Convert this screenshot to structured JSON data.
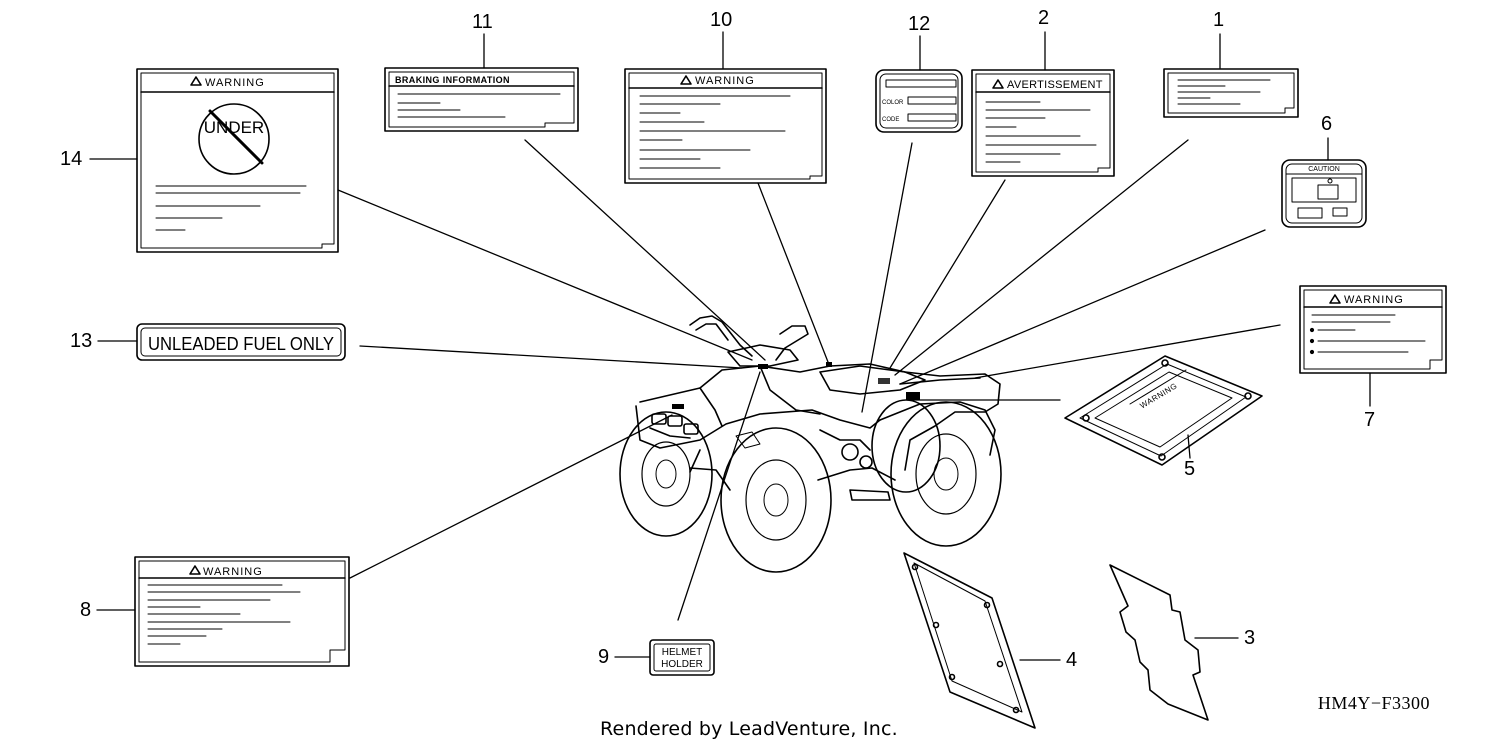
{
  "diagram": {
    "callouts": [
      "1",
      "2",
      "3",
      "4",
      "5",
      "6",
      "7",
      "8",
      "9",
      "10",
      "11",
      "12",
      "13",
      "14"
    ],
    "labels": {
      "warning": "WARNING",
      "under": "UNDER",
      "braking": "BRAKING INFORMATION",
      "avertissement": "AVERTISSEMENT",
      "color": "COLOR",
      "code": "CODE",
      "caution": "CAUTION",
      "unleaded": "UNLEADED FUEL ONLY",
      "helmet": "HELMET",
      "holder": "HOLDER"
    },
    "diagram_code": "HM4Y−F3300",
    "credit": "Rendered by LeadVenture, Inc."
  }
}
